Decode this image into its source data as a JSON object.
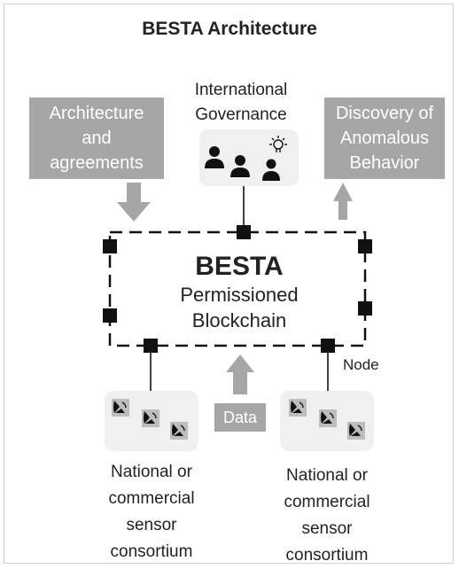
{
  "title": "BESTA Architecture",
  "governance": {
    "label_line1": "International",
    "label_line2": "Governance",
    "icons": [
      "person-icon",
      "person-icon",
      "person-lightbulb-icon"
    ]
  },
  "inputs": {
    "architecture_line1": "Architecture",
    "architecture_line2": "and",
    "architecture_line3": "agreements",
    "discovery_line1": "Discovery of",
    "discovery_line2": "Anomalous",
    "discovery_line3": "Behavior",
    "data": "Data"
  },
  "blockchain": {
    "name": "BESTA",
    "sub_line1": "Permissioned",
    "sub_line2": "Blockchain",
    "node_label": "Node"
  },
  "consortia": [
    {
      "line1": "National or",
      "line2": "commercial",
      "line3": "sensor",
      "line4": "consortium",
      "icon": "satellite-dish-icon"
    },
    {
      "line1": "National or",
      "line2": "commercial",
      "line3": "sensor",
      "line4": "consortium",
      "icon": "satellite-dish-icon"
    }
  ],
  "colors": {
    "box_fill": "#a6a6a6",
    "arrow_fill": "#a6a6a6",
    "panel_fill": "#f0f0f0",
    "node_fill": "#111111",
    "text": "#222222"
  }
}
